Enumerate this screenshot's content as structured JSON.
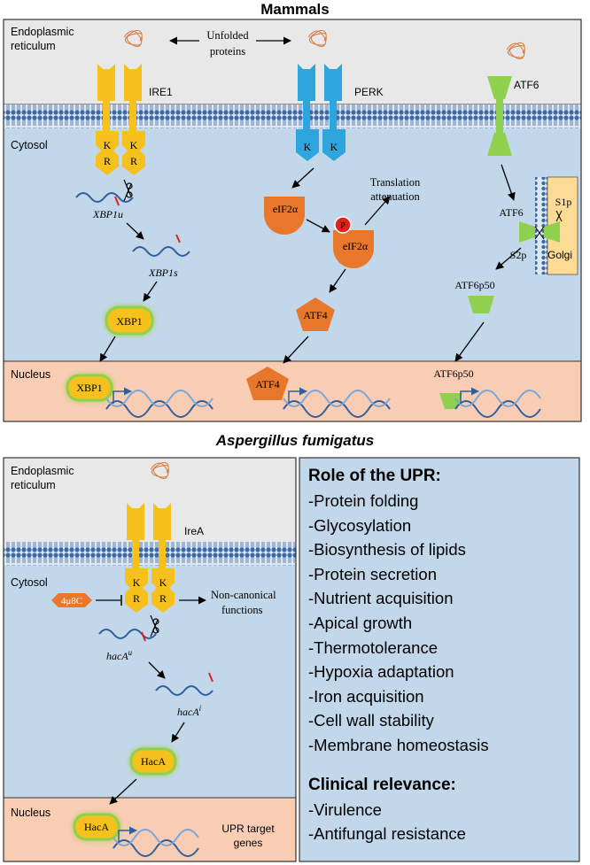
{
  "mammals": {
    "title": "Mammals",
    "er_label_line1": "Endoplasmic",
    "er_label_line2": "reticulum",
    "unfolded_line1": "Unfolded",
    "unfolded_line2": "proteins",
    "cytosol_label": "Cytosol",
    "nucleus_label": "Nucleus",
    "golgi_label": "Golgi",
    "ire1": "IRE1",
    "perk": "PERK",
    "atf6": "ATF6",
    "kinase_k": "K",
    "rnase_r": "R",
    "xbp1u": "XBP1u",
    "xbp1s": "XBP1s",
    "xbp1": "XBP1",
    "eif2a": "eIF2α",
    "p": "P",
    "translation_line1": "Translation",
    "translation_line2": "attenuation",
    "atf4": "ATF4",
    "atf6_golgi": "ATF6",
    "s1p": "S1p",
    "s2p": "S2p",
    "atf6p50": "ATF6p50"
  },
  "aspergillus": {
    "title": "Aspergillus fumigatus",
    "er_label_line1": "Endoplasmic",
    "er_label_line2": "reticulum",
    "cytosol_label": "Cytosol",
    "nucleus_label": "Nucleus",
    "irea": "IreA",
    "kinase_k": "K",
    "rnase_r": "R",
    "inhibitor": "4μ8C",
    "noncanonical_line1": "Non-canonical",
    "noncanonical_line2": "functions",
    "hacau": "hacA",
    "hacau_sup": "u",
    "hacai": "hacA",
    "hacai_sup": "i",
    "haca": "HacA",
    "target_line1": "UPR target",
    "target_line2": "genes"
  },
  "role_panel": {
    "heading": "Role of the UPR:",
    "items": [
      "-Protein folding",
      "-Glycosylation",
      "-Biosynthesis of lipids",
      "-Protein secretion",
      "-Nutrient acquisition",
      "-Apical growth",
      "-Thermotolerance",
      "-Hypoxia adaptation",
      "-Iron acquisition",
      "-Cell wall stability",
      "-Membrane homeostasis"
    ],
    "clinical_heading": "Clinical relevance:",
    "clinical_items": [
      "-Virulence",
      "-Antifungal resistance"
    ]
  },
  "colors": {
    "er": "#e8e8e8",
    "cytosol": "#c3d7ea",
    "nucleus": "#f8cdb4",
    "membrane": "#2e5f9e",
    "ire1": "#f6c11b",
    "perk": "#2ea5dd",
    "atf6": "#8fd14f",
    "eif2a": "#e8762b",
    "golgi": "#fddb95",
    "phospho": "#e0201c"
  }
}
